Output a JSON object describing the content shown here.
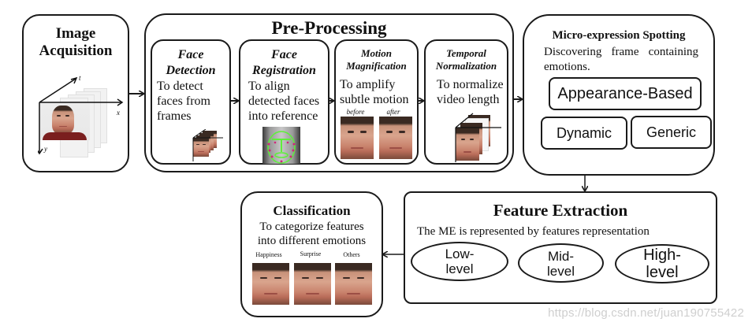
{
  "stages": {
    "image_acquisition": {
      "title_line1": "Image",
      "title_line2": "Acquisition",
      "axes": {
        "t": "t",
        "x": "x",
        "y": "y"
      }
    },
    "pre_processing": {
      "title": "Pre-Processing",
      "steps": [
        {
          "title_line1": "Face",
          "title_line2": "Detection",
          "desc_lines": [
            "To detect",
            "faces from",
            "frames"
          ]
        },
        {
          "title_line1": "Face",
          "title_line2": "Registration",
          "desc_lines": [
            "To align",
            "detected faces",
            "into reference"
          ]
        },
        {
          "title_line1": "Motion",
          "title_line2": "Magnification",
          "desc_lines": [
            "To amplify",
            "subtle motion"
          ],
          "image_labels": [
            "before",
            "after"
          ]
        },
        {
          "title_line1": "Temporal",
          "title_line2": "Normalization",
          "desc_lines": [
            "To normalize",
            "video length"
          ]
        }
      ]
    },
    "spotting": {
      "title": "Micro-expression Spotting",
      "desc_line1": "Discovering frame containing",
      "desc_line2": "emotions.",
      "methods": {
        "top": "Appearance-Based",
        "left": "Dynamic",
        "right": "Generic"
      }
    },
    "feature_extraction": {
      "title": "Feature Extraction",
      "desc": "The ME is represented by features representation",
      "levels": [
        {
          "line1": "Low-",
          "line2": "level"
        },
        {
          "line1": "Mid-",
          "line2": "level"
        },
        {
          "line1": "High-",
          "line2": "level"
        }
      ]
    },
    "classification": {
      "title": "Classification",
      "desc_line1": "To categorize features",
      "desc_line2": "into different emotions",
      "emotions": [
        "Happiness",
        "Surprise",
        "Others"
      ]
    }
  },
  "watermark": "https://blog.csdn.net/juan190755422"
}
